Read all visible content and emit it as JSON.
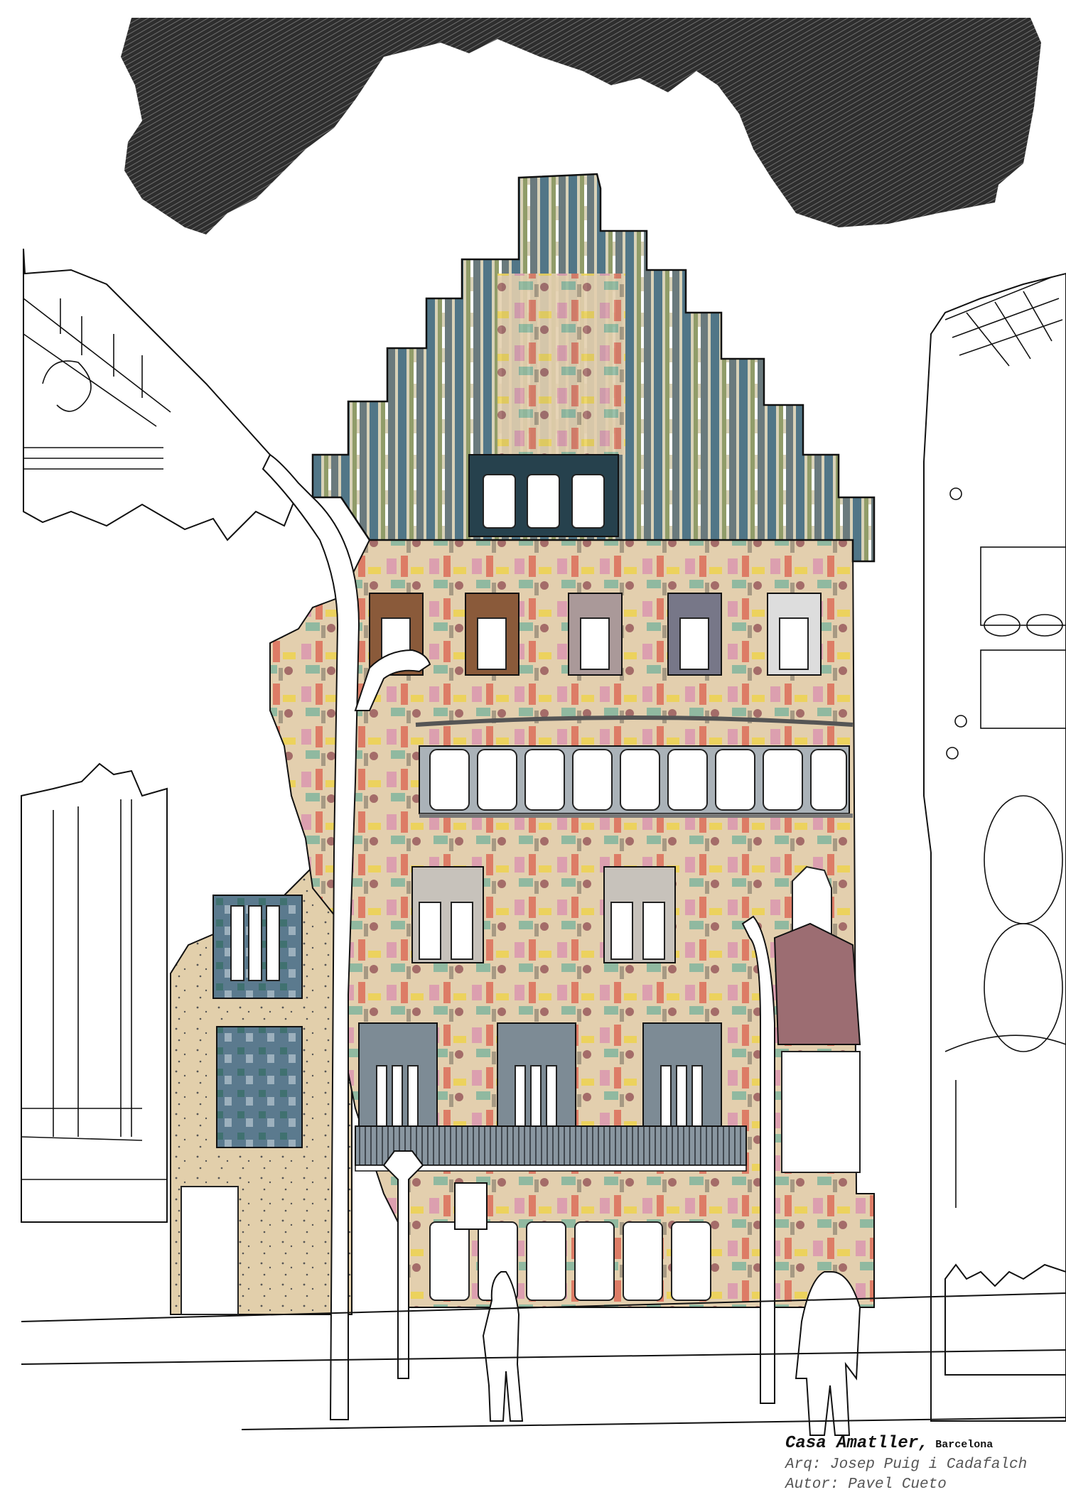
{
  "artwork": {
    "subject": "Casa Amatller facade collage illustration",
    "palette": {
      "cloud": "#3a3a3a",
      "facade_base": "#e6d2b0",
      "gable_blue": "#2f5f7a",
      "gable_green": "#7e8f55",
      "accent_red": "#d8392b",
      "accent_pink": "#d98bb0",
      "accent_yellow": "#f0d43a",
      "accent_teal": "#2a9d8f",
      "ironwork": "#4a5560",
      "line": "#111111"
    }
  },
  "caption": {
    "title": "Casa Amatller,",
    "city": "Barcelona",
    "architect_line": "Arq: Josep Puig i Cadafalch",
    "author_line": "Autor: Pavel Cueto"
  }
}
